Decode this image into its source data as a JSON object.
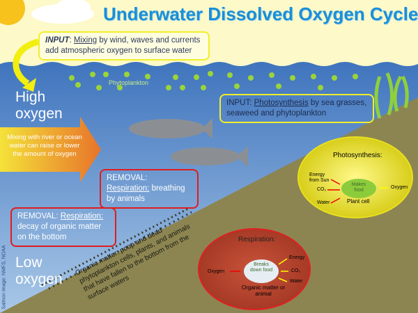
{
  "title": "Underwater Dissolved Oxygen Cycle",
  "input_mixing": {
    "label": "INPUT",
    "term": "Mixing",
    "text": "by wind, waves and currents add atmospheric oxygen to surface water"
  },
  "input_photosynthesis": {
    "label": "INPUT:",
    "term": "Photosynthesis",
    "text": "by sea grasses, seaweed and phytoplankton"
  },
  "removal_breathing": {
    "label": "REMOVAL:",
    "term": "Respiration:",
    "text": "breathing by animals"
  },
  "removal_decay": {
    "label": "REMOVAL:",
    "term": "Respiration:",
    "text": "decay of organic matter on the bottom"
  },
  "phytoplankton_label": "Phytoplankton",
  "high_oxygen": [
    "High",
    "oxygen"
  ],
  "low_oxygen": [
    "Low",
    "oxygen"
  ],
  "mixing_arrow_text": "Mixing with river or ocean water can raise or lower the amount of oxygen",
  "organic_matter_text": "Organic matter: poop and dead phytoplankton cells, plants, and animals that have fallen to the bottom from the surface waters",
  "credit": "Salmon image: NMFS, NOAA",
  "photosynthesis": {
    "title": "Photosynthesis:",
    "energy": "Energy from Sun",
    "co2": "CO₂",
    "water": "Water",
    "center": "Makes food",
    "cell": "Plant cell",
    "output": "Oxygen"
  },
  "respiration": {
    "title": "Respiration:",
    "input": "Oxygen",
    "center": "Breaks down food",
    "subject": "Organic matter or animal",
    "energy": "Energy",
    "co2": "CO₂",
    "water": "Water"
  },
  "colors": {
    "water": "#4f86c6",
    "sediment": "#8c8552",
    "sky": "#fdf9c8",
    "title": "#1b8fd6",
    "input_border": "#f2ee2a",
    "removal_border": "#e01c1c"
  }
}
